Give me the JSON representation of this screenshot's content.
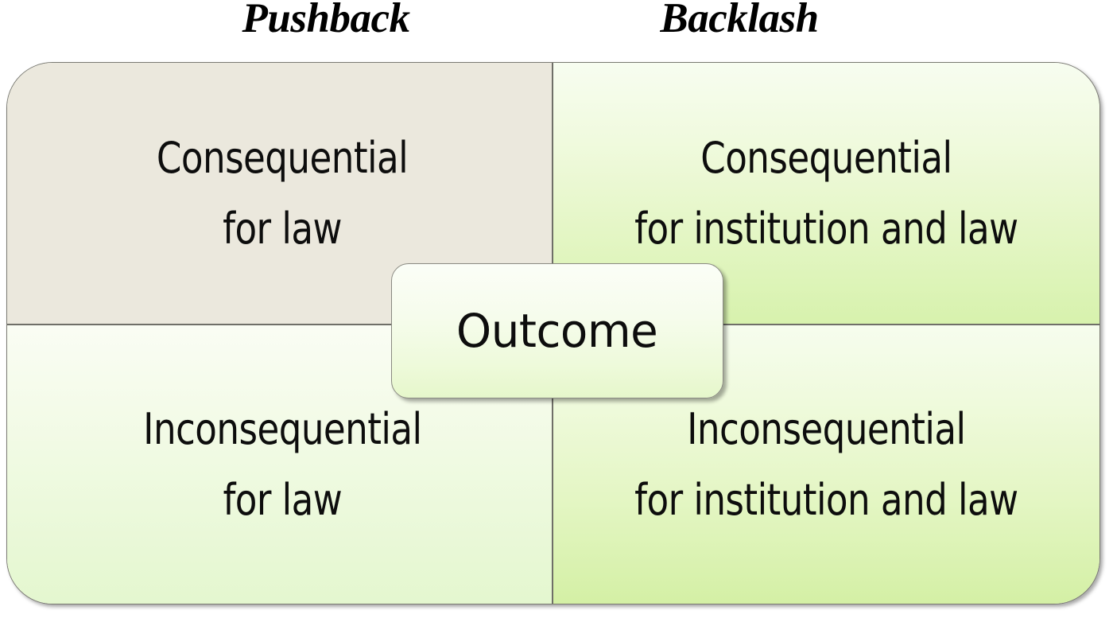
{
  "diagram": {
    "type": "2x2-matrix",
    "columns": [
      {
        "id": "pushback",
        "label": "Pushback"
      },
      {
        "id": "backlash",
        "label": "Backlash"
      }
    ],
    "center": {
      "label": "Outcome"
    },
    "cells": [
      {
        "id": "pushback-consequential",
        "column": "pushback",
        "row": "consequential",
        "line1": "Consequential",
        "line2": "for law",
        "fill": "#EBE8DD"
      },
      {
        "id": "backlash-consequential",
        "column": "backlash",
        "row": "consequential",
        "line1": "Consequential",
        "line2": "for institution and law",
        "fill": "#D7F2AD"
      },
      {
        "id": "pushback-inconsequential",
        "column": "pushback",
        "row": "inconsequential",
        "line1": "Inconsequential",
        "line2": "for law",
        "fill": "#E4F7CF"
      },
      {
        "id": "backlash-inconsequential",
        "column": "backlash",
        "row": "inconsequential",
        "line1": "Inconsequential",
        "line2": "for institution and law",
        "fill": "#D4F0A5"
      }
    ],
    "colors": {
      "beige": "#EBE8DD",
      "green_light": "#E4F7CF",
      "green_mid": "#D7F2AD",
      "green_strong": "#D4F0A5",
      "border": "#6F6F68",
      "text": "#0D0D0D",
      "background": "#FFFFFF"
    }
  }
}
